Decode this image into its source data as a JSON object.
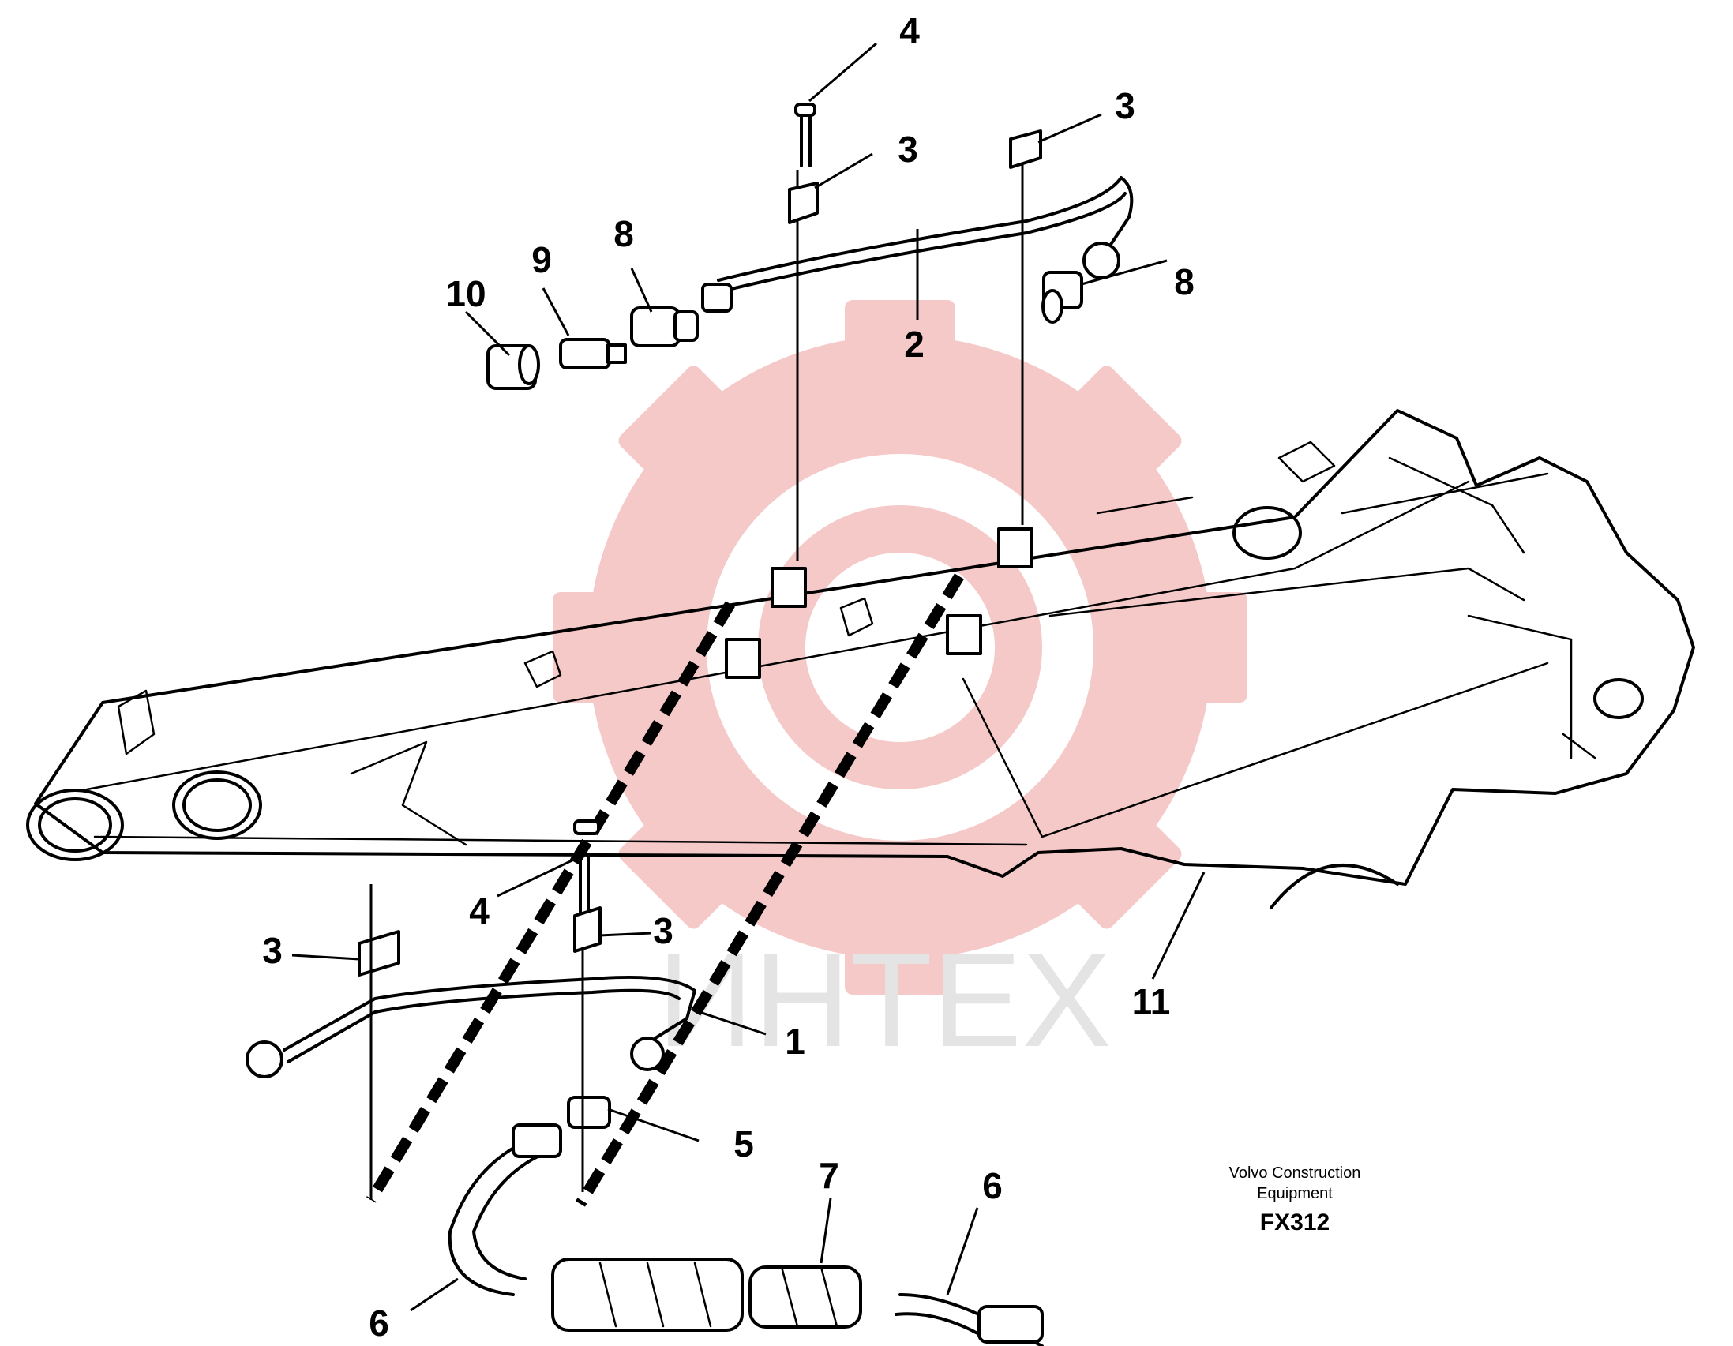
{
  "colors": {
    "line": "#000000",
    "background": "#ffffff",
    "watermark_gear": "#f6c9c9",
    "watermark_text": "#e4e4e4"
  },
  "watermark": {
    "icon": "gear-icon",
    "text": "ИНТЕХ"
  },
  "callouts": [
    {
      "id": "1",
      "text": "1"
    },
    {
      "id": "2",
      "text": "2"
    },
    {
      "id": "3a",
      "text": "3"
    },
    {
      "id": "3b",
      "text": "3"
    },
    {
      "id": "3c",
      "text": "3"
    },
    {
      "id": "3d",
      "text": "3"
    },
    {
      "id": "4a",
      "text": "4"
    },
    {
      "id": "4b",
      "text": "4"
    },
    {
      "id": "5",
      "text": "5"
    },
    {
      "id": "6a",
      "text": "6"
    },
    {
      "id": "6b",
      "text": "6"
    },
    {
      "id": "7",
      "text": "7"
    },
    {
      "id": "8a",
      "text": "8"
    },
    {
      "id": "8b",
      "text": "8"
    },
    {
      "id": "9",
      "text": "9"
    },
    {
      "id": "10",
      "text": "10"
    },
    {
      "id": "11",
      "text": "11"
    }
  ],
  "credit": {
    "line1": "Volvo Construction",
    "line2": "Equipment",
    "code": "FX312"
  }
}
